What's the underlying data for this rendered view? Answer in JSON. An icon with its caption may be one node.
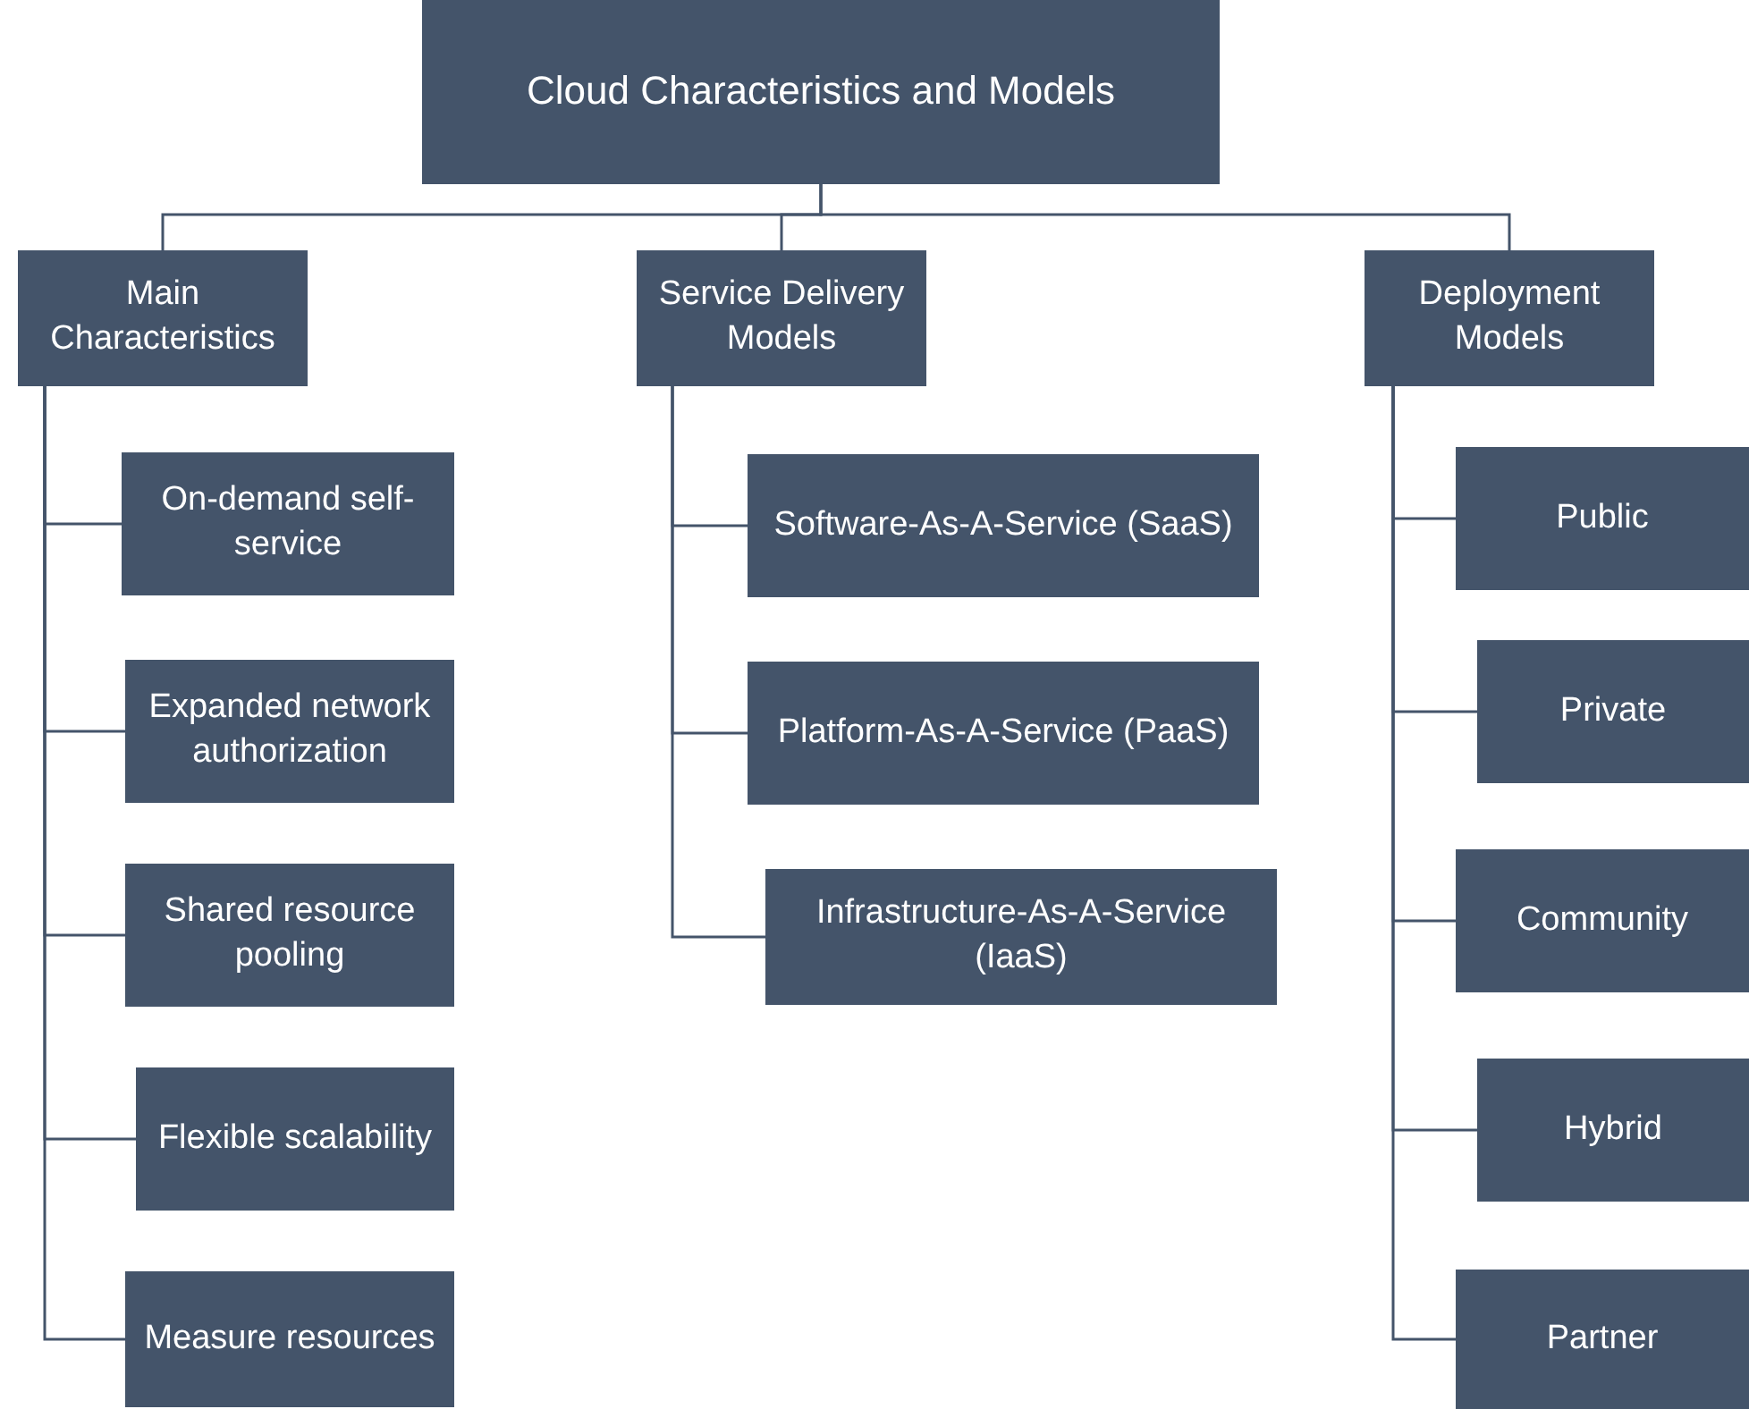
{
  "diagram": {
    "nodes": [
      {
        "text": [
          "Cloud Characteristics and Models"
        ]
      },
      {
        "text": [
          "Main Characteristics"
        ]
      },
      {
        "text": [
          "Service Delivery Models"
        ]
      },
      {
        "text": [
          "Deployment Models"
        ]
      },
      {
        "text": [
          "On-demand self-service"
        ]
      },
      {
        "text": [
          "Expanded network authorization"
        ]
      },
      {
        "text": [
          "Shared resource pooling"
        ]
      },
      {
        "text": [
          "Flexible scalability"
        ]
      },
      {
        "text": [
          "Measure resources"
        ]
      },
      {
        "text": [
          "Software-As-A-Service (SaaS)"
        ]
      },
      {
        "text": [
          "Platform-As-A-Service (PaaS)"
        ]
      },
      {
        "text": [
          "Infrastructure-As-A-Service (IaaS)"
        ]
      },
      {
        "text": [
          "Public"
        ]
      },
      {
        "text": [
          "Private"
        ]
      },
      {
        "text": [
          "Community"
        ]
      },
      {
        "text": [
          "Hybrid"
        ]
      },
      {
        "text": [
          "Partner"
        ]
      }
    ],
    "edges": [
      {
        "from": 0,
        "to": 1,
        "arrow": "none"
      },
      {
        "from": 0,
        "to": 2,
        "arrow": "none"
      },
      {
        "from": 0,
        "to": 3,
        "arrow": "none"
      },
      {
        "from": 1,
        "to": 4,
        "arrow": "none"
      },
      {
        "from": 1,
        "to": 5,
        "arrow": "none"
      },
      {
        "from": 1,
        "to": 6,
        "arrow": "none"
      },
      {
        "from": 1,
        "to": 7,
        "arrow": "none"
      },
      {
        "from": 1,
        "to": 8,
        "arrow": "none"
      },
      {
        "from": 2,
        "to": 9,
        "arrow": "none"
      },
      {
        "from": 2,
        "to": 10,
        "arrow": "none"
      },
      {
        "from": 2,
        "to": 11,
        "arrow": "none"
      },
      {
        "from": 3,
        "to": 12,
        "arrow": "none"
      },
      {
        "from": 3,
        "to": 13,
        "arrow": "none"
      },
      {
        "from": 3,
        "to": 14,
        "arrow": "none"
      },
      {
        "from": 3,
        "to": 15,
        "arrow": "none"
      },
      {
        "from": 3,
        "to": 16,
        "arrow": "none"
      }
    ]
  }
}
